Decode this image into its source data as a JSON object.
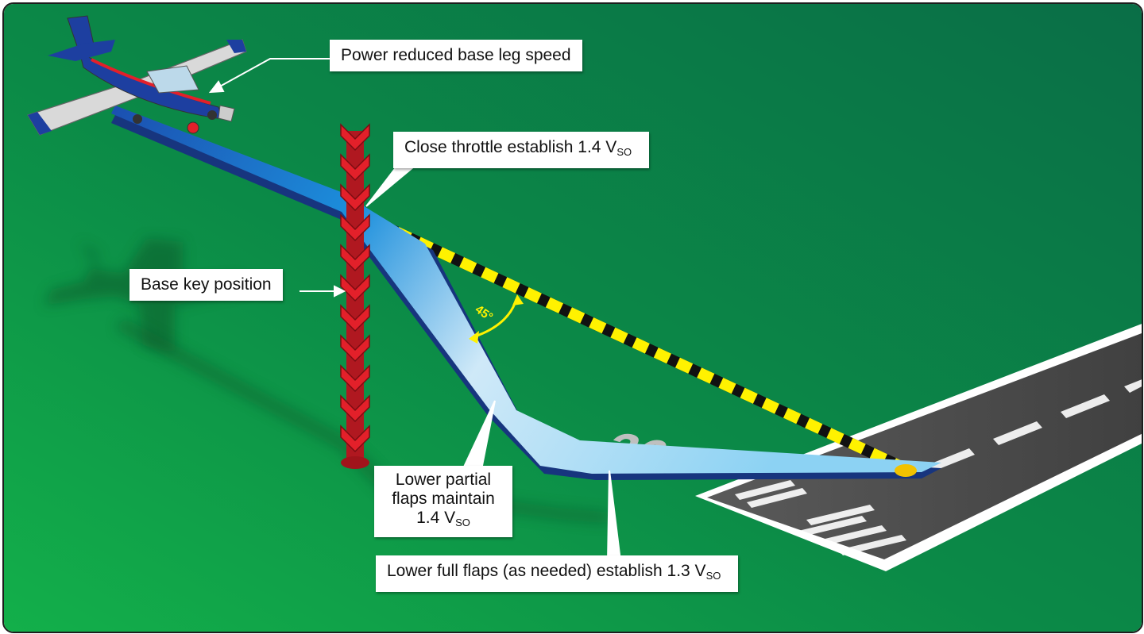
{
  "labels": {
    "power": "Power reduced base leg speed",
    "close": {
      "text": "Close throttle establish 1.4 V",
      "sub": "SO"
    },
    "basekey": "Base key position",
    "partial": {
      "line1": "Lower partial",
      "line2": "flaps maintain",
      "line3": "1.4 V",
      "sub": "SO"
    },
    "full": {
      "text": "Lower full flaps (as needed) establish 1.3 V",
      "sub": "SO"
    },
    "angle": "45°",
    "runway_number": "36"
  },
  "icons": [
    "airplane-icon",
    "shadow-icon",
    "angle-arrow-icon",
    "marker-post-icon"
  ],
  "colors": {
    "ground_dark": "#0a6e47",
    "ground_light": "#12a84a",
    "path_blue": "#1b53b8",
    "path_light": "#c8e8f8",
    "stripe_yellow": "#fff200",
    "marker_red": "#e3202a",
    "runway": "#4a4a4a"
  }
}
